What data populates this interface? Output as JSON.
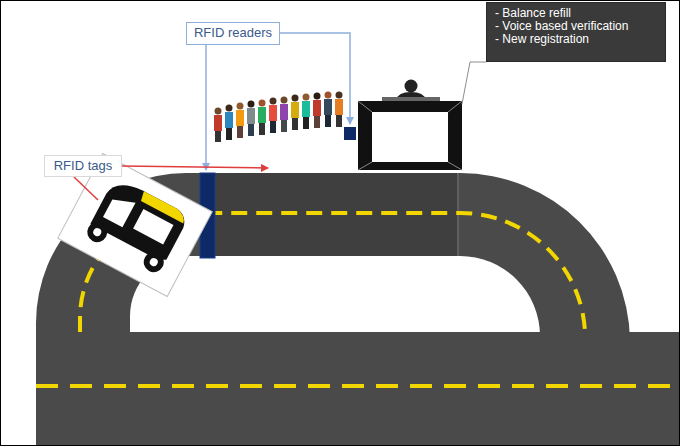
{
  "diagram": {
    "nodes": [
      {
        "text": [
          "RFID readers"
        ]
      },
      {
        "text": [
          "RFID tags"
        ]
      },
      {
        "text": [
          "- Balance refill",
          "- Voice based verification",
          "- New registration"
        ]
      }
    ]
  }
}
